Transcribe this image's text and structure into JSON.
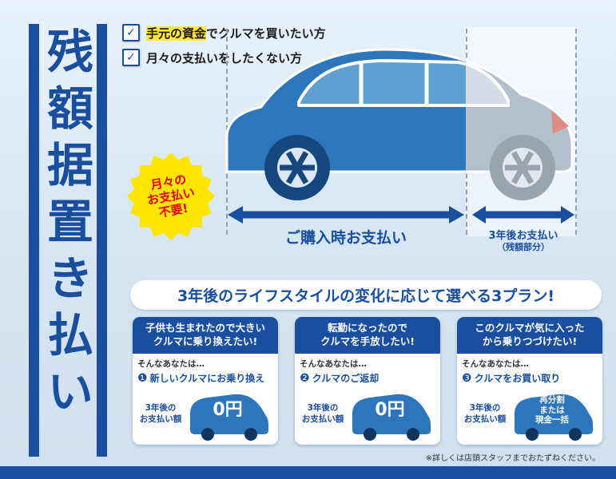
{
  "title": {
    "vertical_text": "残額据置き払い"
  },
  "icons": {
    "check": "✓"
  },
  "checklist": [
    {
      "highlight": "手元の資金",
      "rest": "でクルマを買いたい方"
    },
    {
      "highlight": "",
      "rest": "月々の支払いをしたくない方"
    }
  ],
  "badge": {
    "text": "月々の\nお支払い\n不要!"
  },
  "timeline": {
    "purchase_label": "ご購入時お支払い",
    "residual_label": "3年後お支払い",
    "residual_sub": "（残額部分）"
  },
  "banner": {
    "text": "3年後のライフスタイルの変化に応じて選べる3プラン!"
  },
  "plans": [
    {
      "header": "子供も生まれたので大きい\nクルマに乗り換えたい!",
      "lead": "そんなあなたは…",
      "number": "❶",
      "action": "新しいクルマにお乗り換え",
      "price_label": "3年後の\nお支払い額",
      "price": "0円"
    },
    {
      "header": "転勤になったので\nクルマを手放したい!",
      "lead": "そんなあなたは…",
      "number": "❷",
      "action": "クルマのご返却",
      "price_label": "3年後の\nお支払い額",
      "price": "0円"
    },
    {
      "header": "このクルマが気に入った\nから乗りつづけたい!",
      "lead": "そんなあなたは…",
      "number": "❸",
      "action": "クルマをお買い取り",
      "price_label": "3年後の\nお支払い額",
      "price": "再分割\nまたは\n現金一括"
    }
  ],
  "footnote": "※詳しくは店頭スタッフまでおたずねください。",
  "colors": {
    "primary_blue": "#1a4e9e",
    "car_blue": "#2e76bc",
    "car_gray": "#b3bfca",
    "accent_yellow": "#ffe600",
    "accent_red": "#e60012",
    "background": "#d5e5f3"
  }
}
